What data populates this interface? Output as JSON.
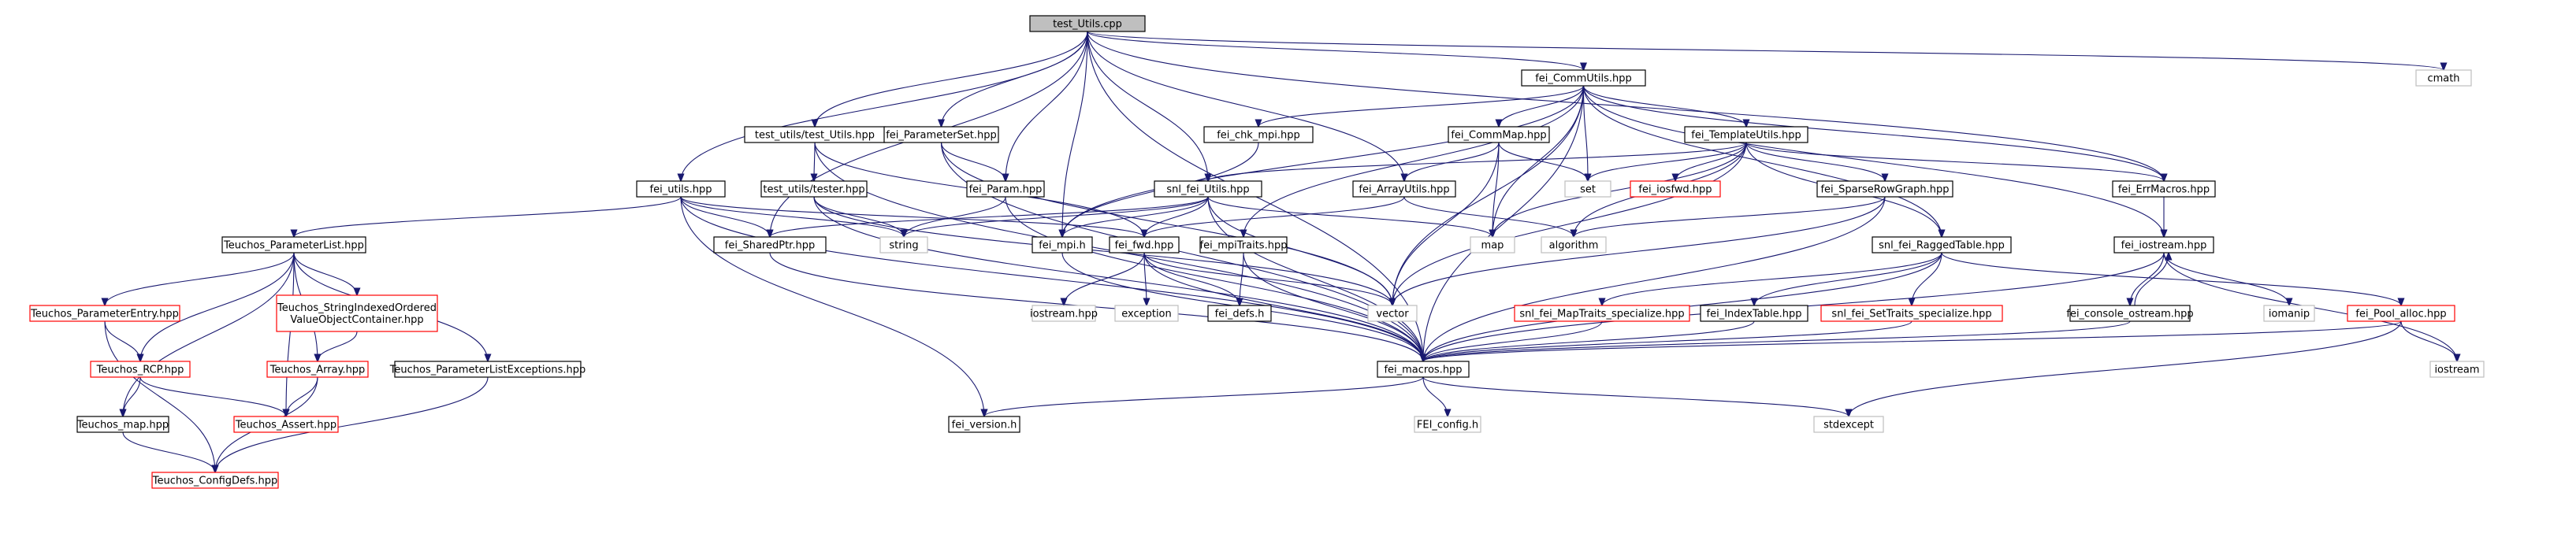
{
  "graph": {
    "colors": {
      "edge": "#191970",
      "node_border": "#000000",
      "missing_border": "#ff0000",
      "external_border": "#bfbfbf",
      "root_fill": "#bfbfbf",
      "external_text": "#808080"
    },
    "nodes": [
      {
        "id": "root",
        "label": "test_Utils.cpp",
        "kind": "root"
      },
      {
        "id": "commutils",
        "label": "fei_CommUtils.hpp",
        "kind": "normal"
      },
      {
        "id": "cmath",
        "label": "cmath",
        "kind": "external"
      },
      {
        "id": "tu_test_utils",
        "label": "test_utils/test_Utils.hpp",
        "kind": "normal"
      },
      {
        "id": "paramset",
        "label": "fei_ParameterSet.hpp",
        "kind": "normal"
      },
      {
        "id": "chk_mpi",
        "label": "fei_chk_mpi.hpp",
        "kind": "normal"
      },
      {
        "id": "commmap",
        "label": "fei_CommMap.hpp",
        "kind": "normal"
      },
      {
        "id": "templateutils",
        "label": "fei_TemplateUtils.hpp",
        "kind": "normal"
      },
      {
        "id": "fei_utils",
        "label": "fei_utils.hpp",
        "kind": "normal"
      },
      {
        "id": "tester",
        "label": "test_utils/tester.hpp",
        "kind": "normal"
      },
      {
        "id": "param",
        "label": "fei_Param.hpp",
        "kind": "normal"
      },
      {
        "id": "snl_utils",
        "label": "snl_fei_Utils.hpp",
        "kind": "normal"
      },
      {
        "id": "arrayutils",
        "label": "fei_ArrayUtils.hpp",
        "kind": "normal"
      },
      {
        "id": "set",
        "label": "set",
        "kind": "external"
      },
      {
        "id": "iosfwd",
        "label": "fei_iosfwd.hpp",
        "kind": "missing"
      },
      {
        "id": "sparserow",
        "label": "fei_SparseRowGraph.hpp",
        "kind": "normal"
      },
      {
        "id": "errmacros",
        "label": "fei_ErrMacros.hpp",
        "kind": "normal"
      },
      {
        "id": "tpl",
        "label": "Teuchos_ParameterList.hpp",
        "kind": "normal"
      },
      {
        "id": "string",
        "label": "string",
        "kind": "external"
      },
      {
        "id": "sharedptr",
        "label": "fei_SharedPtr.hpp",
        "kind": "normal"
      },
      {
        "id": "fei_mpi",
        "label": "fei_mpi.h",
        "kind": "normal"
      },
      {
        "id": "fei_fwd",
        "label": "fei_fwd.hpp",
        "kind": "normal"
      },
      {
        "id": "mpitraits",
        "label": "fei_mpiTraits.hpp",
        "kind": "normal"
      },
      {
        "id": "map",
        "label": "map",
        "kind": "external"
      },
      {
        "id": "algorithm",
        "label": "algorithm",
        "kind": "external"
      },
      {
        "id": "ragged",
        "label": "snl_fei_RaggedTable.hpp",
        "kind": "normal"
      },
      {
        "id": "iostream_hpp",
        "label": "fei_iostream.hpp",
        "kind": "normal"
      },
      {
        "id": "tpe",
        "label": "Teuchos_ParameterEntry.hpp",
        "kind": "missing"
      },
      {
        "id": "tsiovoc",
        "label": "Teuchos_StringIndexedOrdered\nValueObjectContainer.hpp",
        "kind": "missing"
      },
      {
        "id": "iostream_ext_hpp",
        "label": "iostream.hpp",
        "kind": "external"
      },
      {
        "id": "exception",
        "label": "exception",
        "kind": "external"
      },
      {
        "id": "fei_defs",
        "label": "fei_defs.h",
        "kind": "normal"
      },
      {
        "id": "vector",
        "label": "vector",
        "kind": "external"
      },
      {
        "id": "maptraits",
        "label": "snl_fei_MapTraits_specialize.hpp",
        "kind": "missing"
      },
      {
        "id": "indextable",
        "label": "fei_IndexTable.hpp",
        "kind": "normal"
      },
      {
        "id": "settraits",
        "label": "snl_fei_SetTraits_specialize.hpp",
        "kind": "missing"
      },
      {
        "id": "console",
        "label": "fei_console_ostream.hpp",
        "kind": "normal"
      },
      {
        "id": "iomanip",
        "label": "iomanip",
        "kind": "external"
      },
      {
        "id": "poolalloc",
        "label": "fei_Pool_alloc.hpp",
        "kind": "missing"
      },
      {
        "id": "trcp",
        "label": "Teuchos_RCP.hpp",
        "kind": "missing"
      },
      {
        "id": "tarray",
        "label": "Teuchos_Array.hpp",
        "kind": "missing"
      },
      {
        "id": "tplexc",
        "label": "Teuchos_ParameterListExceptions.hpp",
        "kind": "normal"
      },
      {
        "id": "feimacros",
        "label": "fei_macros.hpp",
        "kind": "normal"
      },
      {
        "id": "iostream",
        "label": "iostream",
        "kind": "external"
      },
      {
        "id": "tmap",
        "label": "Teuchos_map.hpp",
        "kind": "normal"
      },
      {
        "id": "tassert",
        "label": "Teuchos_Assert.hpp",
        "kind": "missing"
      },
      {
        "id": "feiversion",
        "label": "fei_version.h",
        "kind": "normal"
      },
      {
        "id": "feiconfig",
        "label": "FEI_config.h",
        "kind": "external"
      },
      {
        "id": "stdexcept",
        "label": "stdexcept",
        "kind": "external"
      },
      {
        "id": "tconfig",
        "label": "Teuchos_ConfigDefs.hpp",
        "kind": "missing"
      }
    ],
    "edges": [
      [
        "root",
        "commutils"
      ],
      [
        "root",
        "cmath"
      ],
      [
        "root",
        "tu_test_utils"
      ],
      [
        "root",
        "paramset"
      ],
      [
        "root",
        "fei_utils"
      ],
      [
        "root",
        "param"
      ],
      [
        "root",
        "snl_utils"
      ],
      [
        "root",
        "sharedptr"
      ],
      [
        "root",
        "errmacros"
      ],
      [
        "root",
        "feimacros"
      ],
      [
        "root",
        "fei_mpi"
      ],
      [
        "root",
        "arrayutils"
      ],
      [
        "commutils",
        "fei_mpi"
      ],
      [
        "commutils",
        "chk_mpi"
      ],
      [
        "commutils",
        "commmap"
      ],
      [
        "commutils",
        "templateutils"
      ],
      [
        "commutils",
        "mpitraits"
      ],
      [
        "commutils",
        "vector"
      ],
      [
        "commutils",
        "set"
      ],
      [
        "commutils",
        "map"
      ],
      [
        "commutils",
        "errmacros"
      ],
      [
        "commutils",
        "iostream_hpp"
      ],
      [
        "commutils",
        "feimacros"
      ],
      [
        "commutils",
        "ragged"
      ],
      [
        "chk_mpi",
        "fei_mpi"
      ],
      [
        "commmap",
        "arrayutils"
      ],
      [
        "commmap",
        "map"
      ],
      [
        "commmap",
        "set"
      ],
      [
        "commmap",
        "vector"
      ],
      [
        "templateutils",
        "snl_utils"
      ],
      [
        "templateutils",
        "iosfwd"
      ],
      [
        "templateutils",
        "sparserow"
      ],
      [
        "templateutils",
        "errmacros"
      ],
      [
        "templateutils",
        "ragged"
      ],
      [
        "templateutils",
        "set"
      ],
      [
        "templateutils",
        "map"
      ],
      [
        "templateutils",
        "vector"
      ],
      [
        "templateutils",
        "algorithm"
      ],
      [
        "tu_test_utils",
        "tester"
      ],
      [
        "tu_test_utils",
        "feimacros"
      ],
      [
        "tu_test_utils",
        "fei_fwd"
      ],
      [
        "tester",
        "string"
      ],
      [
        "tester",
        "vector"
      ],
      [
        "tester",
        "feimacros"
      ],
      [
        "paramset",
        "param"
      ],
      [
        "paramset",
        "feimacros"
      ],
      [
        "paramset",
        "vector"
      ],
      [
        "param",
        "string"
      ],
      [
        "param",
        "feimacros"
      ],
      [
        "fei_utils",
        "tpl"
      ],
      [
        "fei_utils",
        "fei_fwd"
      ],
      [
        "fei_utils",
        "sharedptr"
      ],
      [
        "fei_utils",
        "string"
      ],
      [
        "fei_utils",
        "feimacros"
      ],
      [
        "fei_utils",
        "feiversion"
      ],
      [
        "snl_utils",
        "fei_fwd"
      ],
      [
        "snl_utils",
        "fei_mpi"
      ],
      [
        "snl_utils",
        "sharedptr"
      ],
      [
        "snl_utils",
        "string"
      ],
      [
        "snl_utils",
        "vector"
      ],
      [
        "snl_utils",
        "map"
      ],
      [
        "snl_utils",
        "feimacros"
      ],
      [
        "arrayutils",
        "fei_fwd"
      ],
      [
        "arrayutils",
        "algorithm"
      ],
      [
        "sparserow",
        "feimacros"
      ],
      [
        "sparserow",
        "vector"
      ],
      [
        "sparserow",
        "algorithm"
      ],
      [
        "errmacros",
        "iostream_hpp"
      ],
      [
        "sharedptr",
        "feimacros"
      ],
      [
        "fei_mpi",
        "feimacros"
      ],
      [
        "fei_fwd",
        "fei_defs"
      ],
      [
        "fei_fwd",
        "feimacros"
      ],
      [
        "fei_fwd",
        "vector"
      ],
      [
        "fei_fwd",
        "iostream_ext_hpp"
      ],
      [
        "fei_fwd",
        "exception"
      ],
      [
        "mpitraits",
        "fei_defs"
      ],
      [
        "mpitraits",
        "feimacros"
      ],
      [
        "ragged",
        "maptraits"
      ],
      [
        "ragged",
        "indextable"
      ],
      [
        "ragged",
        "settraits"
      ],
      [
        "ragged",
        "poolalloc"
      ],
      [
        "ragged",
        "feimacros"
      ],
      [
        "maptraits",
        "feimacros"
      ],
      [
        "indextable",
        "feimacros"
      ],
      [
        "settraits",
        "feimacros"
      ],
      [
        "iostream_hpp",
        "console"
      ],
      [
        "iostream_hpp",
        "iomanip"
      ],
      [
        "iostream_hpp",
        "iostream"
      ],
      [
        "iostream_hpp",
        "feimacros"
      ],
      [
        "console",
        "iostream_hpp"
      ],
      [
        "console",
        "feimacros"
      ],
      [
        "poolalloc",
        "feimacros"
      ],
      [
        "poolalloc",
        "iostream"
      ],
      [
        "poolalloc",
        "stdexcept"
      ],
      [
        "tpl",
        "tpe"
      ],
      [
        "tpl",
        "tsiovoc"
      ],
      [
        "tpl",
        "trcp"
      ],
      [
        "tpl",
        "tarray"
      ],
      [
        "tpl",
        "tplexc"
      ],
      [
        "tpl",
        "tassert"
      ],
      [
        "tpl",
        "tmap"
      ],
      [
        "tpe",
        "trcp"
      ],
      [
        "tpe",
        "tconfig"
      ],
      [
        "tsiovoc",
        "tarray"
      ],
      [
        "trcp",
        "tmap"
      ],
      [
        "trcp",
        "tassert"
      ],
      [
        "tarray",
        "tassert"
      ],
      [
        "tarray",
        "tconfig"
      ],
      [
        "tplexc",
        "tconfig"
      ],
      [
        "tmap",
        "tconfig"
      ],
      [
        "feimacros",
        "feiversion"
      ],
      [
        "feimacros",
        "feiconfig"
      ],
      [
        "feimacros",
        "stdexcept"
      ]
    ]
  }
}
